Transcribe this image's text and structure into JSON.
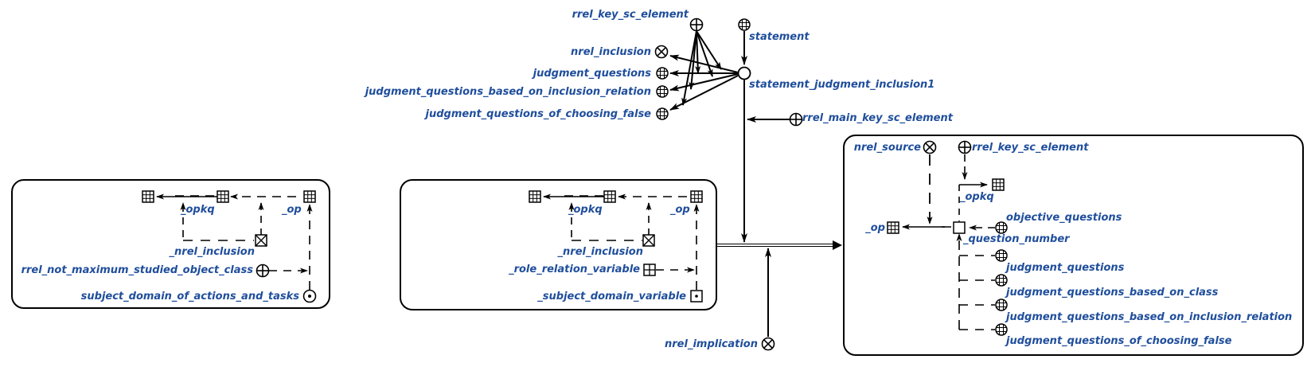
{
  "colors": {
    "label": "#1f4e9c",
    "stroke": "#000000",
    "background": "#ffffff"
  },
  "labels": {
    "rrel_key_sc_element_top": "rrel_key_sc_element",
    "statement": "statement",
    "nrel_inclusion_top": "nrel_inclusion",
    "judgment_questions_top": "judgment_questions",
    "jq_based_on_inclusion_relation_top": "judgment_questions_based_on_inclusion_relation",
    "jq_of_choosing_false_top": "judgment_questions_of_choosing_false",
    "statement_judgment_inclusion1": "statement_judgment_inclusion1",
    "rrel_main_key_sc_element": "rrel_main_key_sc_element",
    "nrel_implication": "nrel_implication",
    "left_opkq": "_opkq",
    "left_op": "_op",
    "left_nrel_inclusion": "_nrel_inclusion",
    "rrel_not_maximum_studied_object_class": "rrel_not_maximum_studied_object_class",
    "subject_domain_of_actions_and_tasks": "subject_domain_of_actions_and_tasks",
    "mid_opkq": "_opkq",
    "mid_op": "_op",
    "mid_nrel_inclusion": "_nrel_inclusion",
    "role_relation_variable": "_role_relation_variable",
    "subject_domain_variable": "_subject_domain_variable",
    "nrel_source": "nrel_source",
    "rrel_key_sc_element_right": "rrel_key_sc_element",
    "right_opkq": "_opkq",
    "right_op": "_op",
    "objective_questions": "objective_questions",
    "question_number": "_question_number",
    "judgment_questions_right": "judgment_questions",
    "jq_based_on_class": "judgment_questions_based_on_class",
    "jq_based_on_inclusion_relation_right": "judgment_questions_based_on_inclusion_relation",
    "jq_of_choosing_false_right": "judgment_questions_of_choosing_false"
  }
}
